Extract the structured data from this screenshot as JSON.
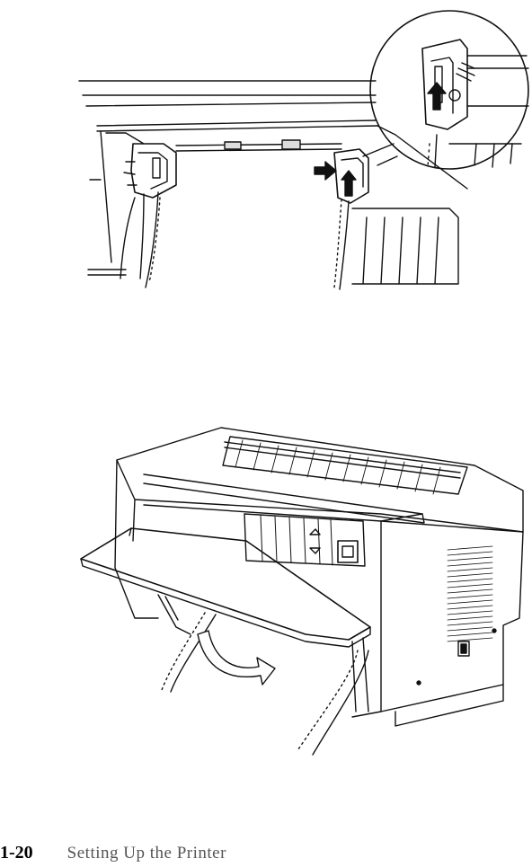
{
  "footer": {
    "page_number": "1-20",
    "title": "Setting Up the Printer"
  },
  "figures": {
    "top_icon": "tractor-lever-illustration",
    "bottom_icon": "printer-paper-guide-illustration"
  },
  "colors": {
    "ink": "#111111",
    "paper": "#ffffff"
  }
}
